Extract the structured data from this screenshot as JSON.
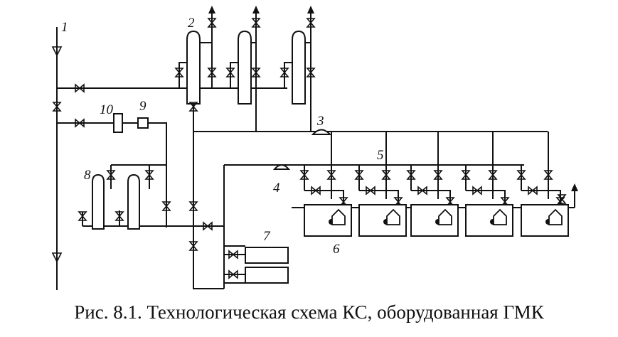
{
  "figure": {
    "caption": "Рис. 8.1. Технологическая схема КС, оборудованная ГМК",
    "labels": [
      "1",
      "2",
      "3",
      "4",
      "5",
      "6",
      "7",
      "8",
      "9",
      "10"
    ]
  },
  "colors": {
    "line": "#111111",
    "background": "#ffffff"
  }
}
